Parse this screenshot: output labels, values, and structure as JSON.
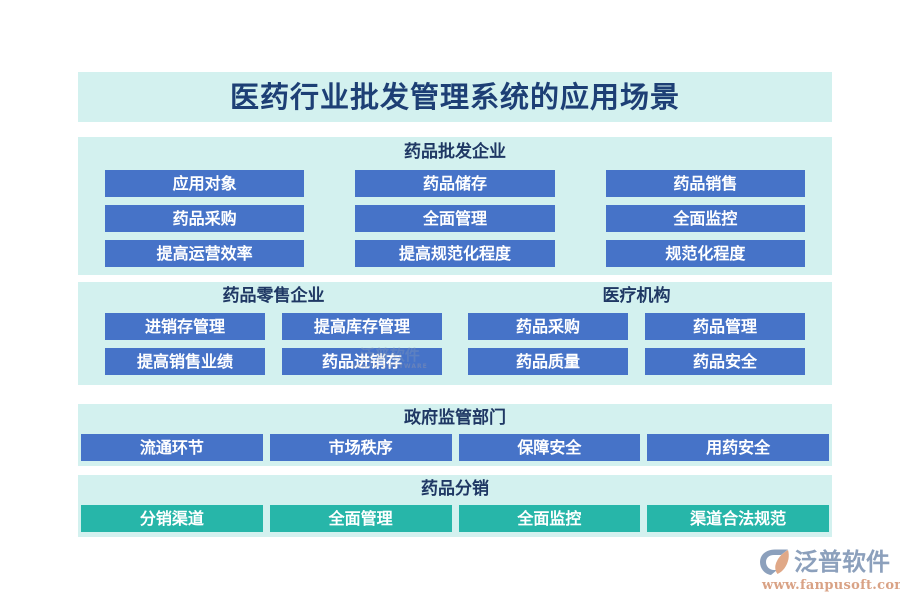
{
  "title": "医药行业批发管理系统的应用场景",
  "colors": {
    "panel_background": "#d3f1ef",
    "chip_blue": "#4673c8",
    "chip_teal": "#27b6a9",
    "title_text": "#1d3f75",
    "heading_text": "#1f3864",
    "page_background": "#ffffff"
  },
  "sections": {
    "wholesale": {
      "heading": "药品批发企业",
      "items": [
        "应用对象",
        "药品储存",
        "药品销售",
        "药品采购",
        "全面管理",
        "全面监控",
        "提高运营效率",
        "提高规范化程度",
        "规范化程度"
      ]
    },
    "retail": {
      "heading": "药品零售企业",
      "items": [
        "进销存管理",
        "提高库存管理",
        "提高销售业绩",
        "药品进销存"
      ]
    },
    "medical": {
      "heading": "医疗机构",
      "items": [
        "药品采购",
        "药品管理",
        "药品质量",
        "药品安全"
      ]
    },
    "government": {
      "heading": "政府监管部门",
      "items": [
        "流通环节",
        "市场秩序",
        "保障安全",
        "用药安全"
      ]
    },
    "distribution": {
      "heading": "药品分销",
      "items": [
        "分销渠道",
        "全面管理",
        "全面监控",
        "渠道合法规范"
      ]
    }
  },
  "watermark": {
    "text": "泛普软件",
    "sub": "FANPU SOFTWARE"
  },
  "logo": {
    "name": "泛普软件",
    "url": "www.fanpusoft.com"
  }
}
